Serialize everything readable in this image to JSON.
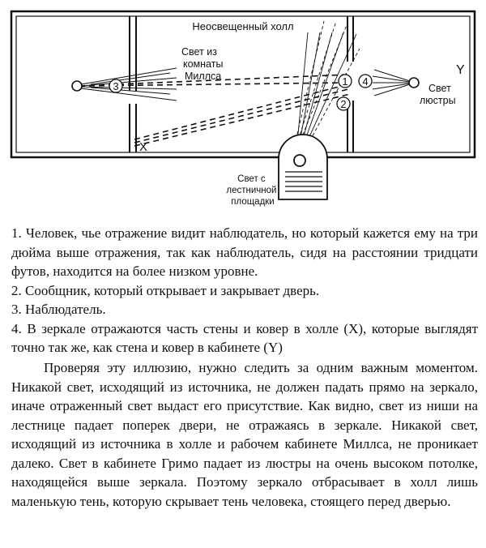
{
  "diagram": {
    "hall_label": "Неосвещенный холл",
    "mills_light_label": [
      "Свет из",
      "комнаты",
      "Миллса"
    ],
    "chandelier_label": [
      "Свет",
      "люстры"
    ],
    "stair_light_label": [
      "Свет с",
      "лестничной",
      "площадки"
    ],
    "mark_x": "X",
    "mark_y": "Y",
    "markers": [
      "1",
      "2",
      "3",
      "4"
    ],
    "colors": {
      "ink": "#111111",
      "paper": "#ffffff"
    }
  },
  "legend": [
    "1. Человек, чье отражение видит наблюдатель, но который кажется ему на три дюйма выше отражения, так как наблюдатель, сидя на расстоянии тридцати футов, находится на более низком уровне.",
    "2. Сообщник, который открывает и закрывает дверь.",
    "3. Наблюдатель.",
    "4. В зеркале отражаются часть стены и ковер в холле (X), которые выглядят точно так же, как стена и ковер в кабинете (Y)"
  ],
  "paragraph": "Проверяя эту иллюзию, нужно следить за одним важным моментом. Никакой свет, исходящий из источника, не должен падать прямо на зеркало, иначе отраженный свет выдаст его присутствие. Как видно, свет из ниши на лестнице падает поперек двери, не отражаясь в зеркале. Никакой свет, исходящий из источника в холле и рабочем кабинете Миллса, не проникает далеко. Свет в кабинете Гримо падает из люстры на очень высоком потолке, находящейся выше зеркала. Поэтому зеркало отбрасывает в холл лишь маленькую тень, которую скрывает тень человека, стоящего перед дверью."
}
